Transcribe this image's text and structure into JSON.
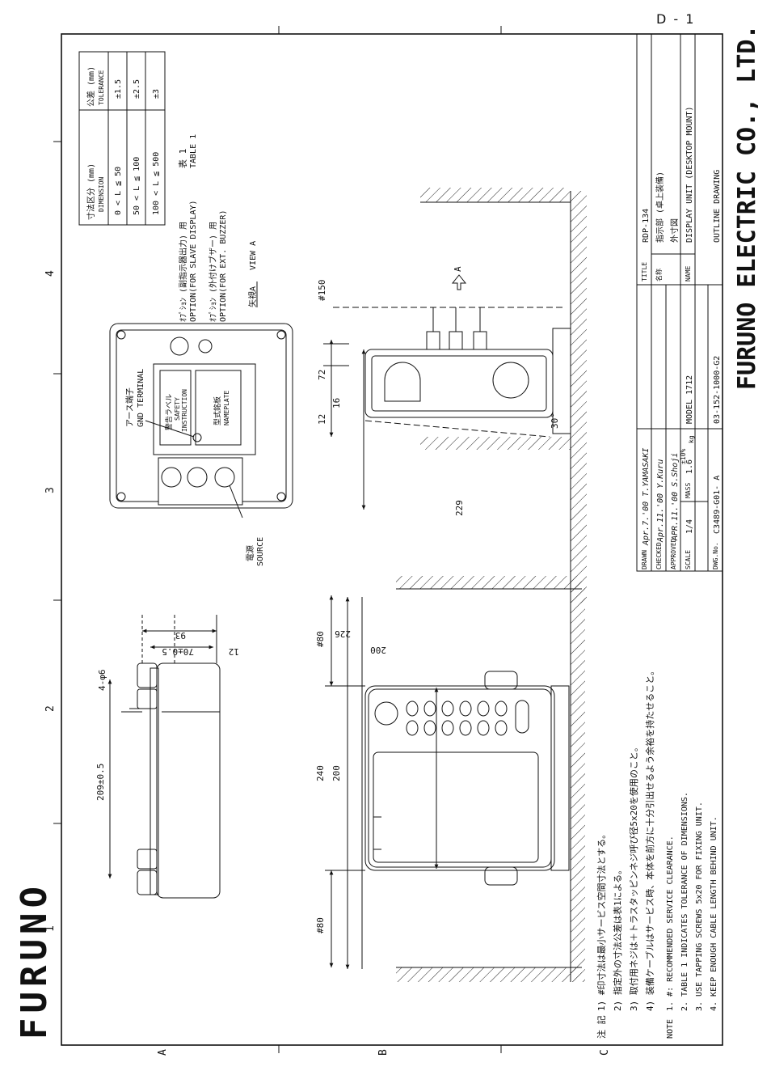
{
  "page_label": "D - 1",
  "logo_text": "FURUNO",
  "company": "FURUNO ELECTRIC CO., LTD.",
  "grid": {
    "cols": [
      "1",
      "2",
      "3",
      "4"
    ],
    "rows": [
      "A",
      "B",
      "C"
    ]
  },
  "tolerance_table": {
    "header_dimension_jp": "寸法区分 (mm)",
    "header_dimension_en": "DIMENSION",
    "header_tolerance_jp": "公差 (mm)",
    "header_tolerance_en": "TOLERANCE",
    "rows": [
      {
        "range": "0 < L ≦ 50",
        "tol": "±1.5"
      },
      {
        "range": "50 < L ≦ 100",
        "tol": "±2.5"
      },
      {
        "range": "100 < L ≦ 500",
        "tol": "±3"
      }
    ],
    "caption_jp": "表 1",
    "caption_en": "TABLE 1"
  },
  "options": {
    "slave_jp": "ｵﾌﾟｼｮﾝ (副指示器出力) 用",
    "slave_en": "OPTION(FOR SLAVE DISPLAY)",
    "buzzer_jp": "ｵﾌﾟｼｮﾝ (外付けブザー) 用",
    "buzzer_en": "OPTION(FOR EXT. BUZZER)",
    "view_jp": "矢視A",
    "view_en": "VIEW A"
  },
  "rear_labels": {
    "gnd_jp": "アース端子",
    "gnd_en": "GND TERMINAL",
    "safety_jp": "警告ラベル",
    "safety_en1": "SAFETY",
    "safety_en2": "INSTRUCTION",
    "name_jp": "型式銘板",
    "name_en": "NAMEPLATE",
    "source_jp": "電源",
    "source_en": "SOURCE"
  },
  "dimensions": {
    "d229": "229",
    "d150": "#150",
    "d72": "72",
    "d16": "16",
    "d12": "12",
    "d30": "30°",
    "view_a": "A",
    "d93": "93",
    "d70": "70±0.5",
    "d12b": "12",
    "d4phi6": "4-φ6",
    "d209": "209±0.5",
    "d80_top": "#80",
    "d226": "226",
    "d200w": "200",
    "d240": "240",
    "d200h": "200",
    "d80_bot": "#80"
  },
  "notes_jp": {
    "title": "注 記",
    "n1": "1) #印寸法は最小サービス空間寸法とする。",
    "n2": "2) 指定外の寸法公差は表1による。",
    "n3": "3) 取付用ネジは＋トラスタッピンネジ呼び径5x20を使用のこと。",
    "n4": "4) 装備ケーブルはサービス時、本体を前方に十分引出せるよう余裕を持たせること。"
  },
  "notes_en": {
    "title": "NOTE",
    "n1": "1. #: RECOMMENDED SERVICE CLEARANCE.",
    "n2": "2. TABLE 1 INDICATES TOLERANCE OF DIMENSIONS.",
    "n3": "3. USE TAPPING SCREWS 5x20 FOR FIXING UNIT.",
    "n4": "4. KEEP ENOUGH CABLE LENGTH BEHIND UNIT."
  },
  "title_block": {
    "drawn": "DRAWN",
    "checked": "CHECKED",
    "approved": "APPROVED",
    "scale_label": "SCALE",
    "scale": "1/4",
    "mass_label": "MASS",
    "mass": "1.6",
    "mass_tol": "±10%",
    "mass_unit": "kg",
    "dwg_label": "DWG.No.",
    "dwg_no": "C3489-G01- A",
    "title_label": "TITLE",
    "title_value": "RDP-134",
    "name_jp_label": "名称",
    "name_jp1": "指示部 (卓上装備)",
    "name_jp2": "外寸図",
    "model": "MODEL 1712",
    "name_label": "NAME",
    "name_en1": "DISPLAY UNIT (DESKTOP MOUNT)",
    "name_en2": "OUTLINE DRAWING",
    "code": "03-152-1000-G2",
    "sig_drawn": "Apr.7.'00 T.YAMASAKI",
    "sig_checked": "Apr.11.'00 Y.Kuru",
    "sig_approved": "APR.11.'00 S.Shoji"
  }
}
